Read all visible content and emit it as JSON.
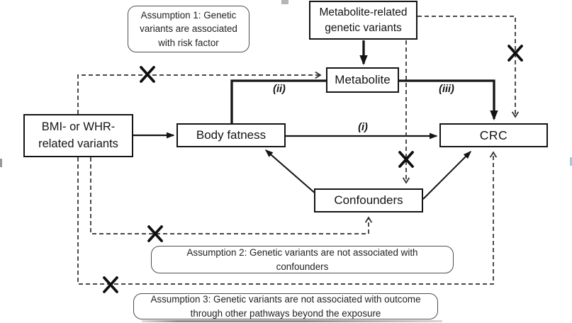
{
  "figure": {
    "type": "mendelian-randomization-dag",
    "background_color": "#ffffff",
    "line_color": "#141414",
    "dashed_line_color": "#2e2e2e"
  },
  "nodes": {
    "metabolite_variants": {
      "lines": [
        "Metabolite-related",
        "genetic variants"
      ]
    },
    "bmi_variants": {
      "lines": [
        "BMI- or WHR-",
        "related variants"
      ]
    },
    "metabolite": {
      "label": "Metabolite"
    },
    "body_fatness": {
      "label": "Body fatness"
    },
    "crc": {
      "label": "CRC"
    },
    "confounders": {
      "label": "Confounders"
    }
  },
  "assumptions": {
    "a1": {
      "lines": [
        "Assumption 1: Genetic",
        "variants are associated",
        "with risk factor"
      ]
    },
    "a2": {
      "lines": [
        "Assumption 2: Genetic variants are not associated with",
        "confounders"
      ]
    },
    "a3": {
      "lines": [
        "Assumption 3: Genetic variants are not associated with outcome",
        "through other pathways beyond the exposure"
      ]
    }
  },
  "path_labels": {
    "i": "(i)",
    "ii": "(ii)",
    "iii": "(iii)"
  },
  "edges": [
    {
      "from": "metabolite_variants",
      "to": "metabolite",
      "style": "solid",
      "crossed": false
    },
    {
      "from": "bmi_variants",
      "to": "body_fatness",
      "style": "solid",
      "crossed": false
    },
    {
      "from": "body_fatness",
      "to": "metabolite",
      "style": "solid",
      "label": "(ii)",
      "crossed": false
    },
    {
      "from": "metabolite",
      "to": "crc",
      "style": "solid",
      "label": "(iii)",
      "crossed": false
    },
    {
      "from": "body_fatness",
      "to": "crc",
      "style": "solid",
      "label": "(i)",
      "crossed": false
    },
    {
      "from": "confounders",
      "to": "body_fatness",
      "style": "solid",
      "crossed": false
    },
    {
      "from": "confounders",
      "to": "crc",
      "style": "solid",
      "crossed": false
    },
    {
      "from": "bmi_variants",
      "to": "metabolite",
      "style": "dashed",
      "crossed": true
    },
    {
      "from": "metabolite_variants",
      "to": "crc",
      "style": "dashed",
      "crossed": true
    },
    {
      "from": "metabolite_variants",
      "to": "confounders",
      "style": "dashed",
      "crossed": true
    },
    {
      "from": "bmi_variants",
      "to": "confounders",
      "style": "dashed",
      "crossed": true
    },
    {
      "from": "bmi_variants",
      "to": "crc",
      "style": "dashed",
      "crossed": true
    }
  ]
}
